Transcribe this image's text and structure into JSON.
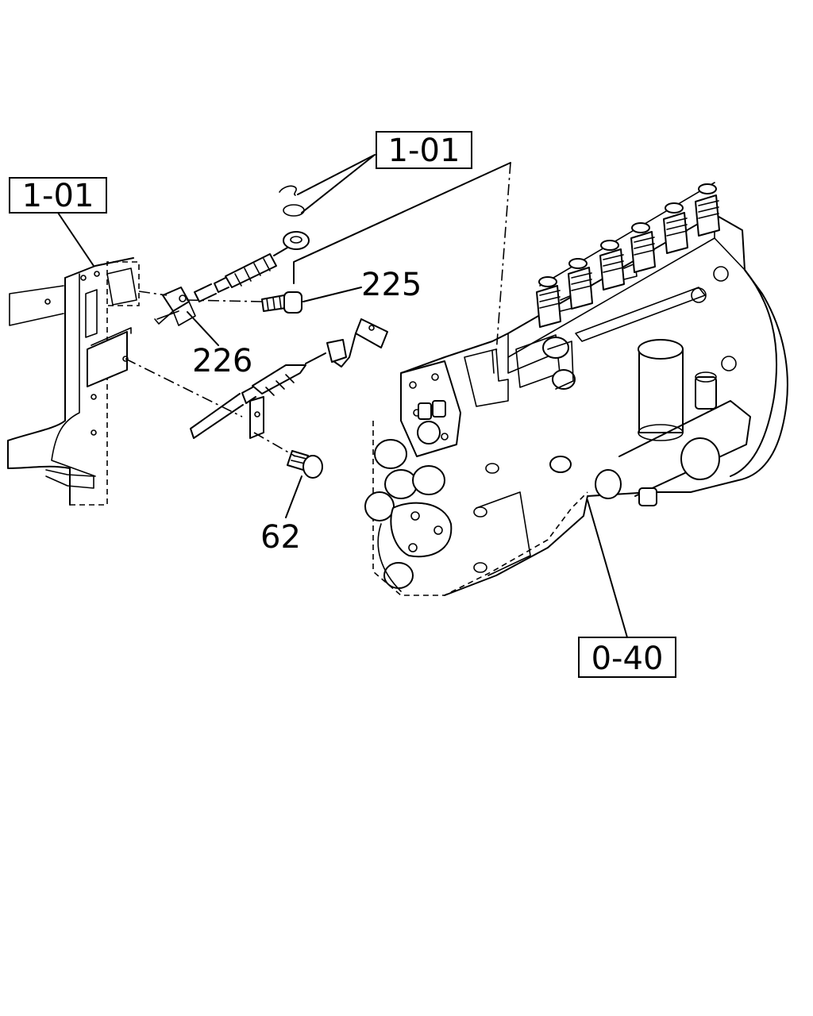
{
  "callouts": {
    "ref_bracket_left": "1-01",
    "ref_cable_clip": "1-01",
    "ref_pump": "0-40",
    "part_225": "225",
    "part_226": "226",
    "part_62": "62"
  }
}
